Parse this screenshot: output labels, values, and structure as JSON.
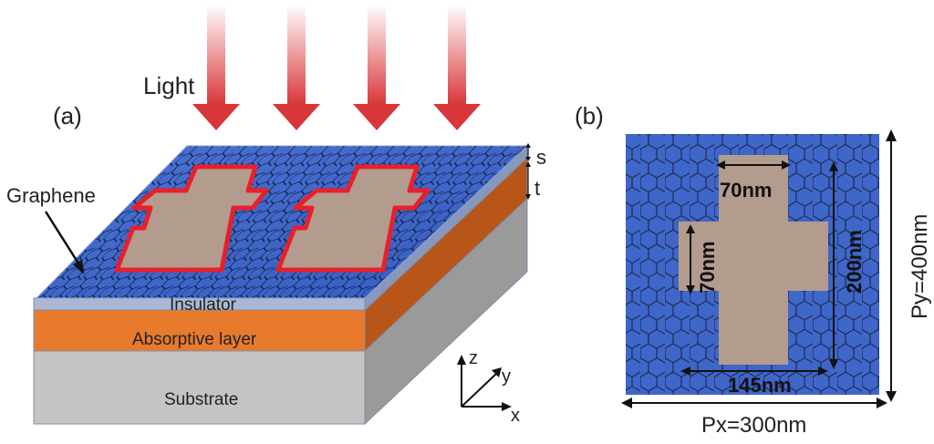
{
  "panel_a": {
    "label": "(a)",
    "light_label": "Light",
    "graphene_label": "Graphene",
    "layers": {
      "insulator": "Insulator",
      "absorptive": "Absorptive layer",
      "substrate": "Substrate"
    },
    "thickness_labels": {
      "s": "s",
      "t": "t"
    },
    "axes": {
      "x": "x",
      "y": "y",
      "z": "z"
    }
  },
  "panel_b": {
    "label": "(b)",
    "dimensions": {
      "arm_width": "70nm",
      "arm_height": "70nm",
      "cross_height": "200nm",
      "cross_width": "145nm",
      "period_x": "Px=300nm",
      "period_y": "Py=400nm"
    }
  },
  "colors": {
    "graphene_blue": "#3f66c9",
    "hex_line": "#1a1f3a",
    "cross_fill": "#b39c8e",
    "cross_outline": "#e8202a",
    "absorptive_orange": "#e87a2d",
    "substrate_gray": "#bfbfbf",
    "insulator_light": "#a9b8d4",
    "arrow_red": "#dc3b3b"
  }
}
